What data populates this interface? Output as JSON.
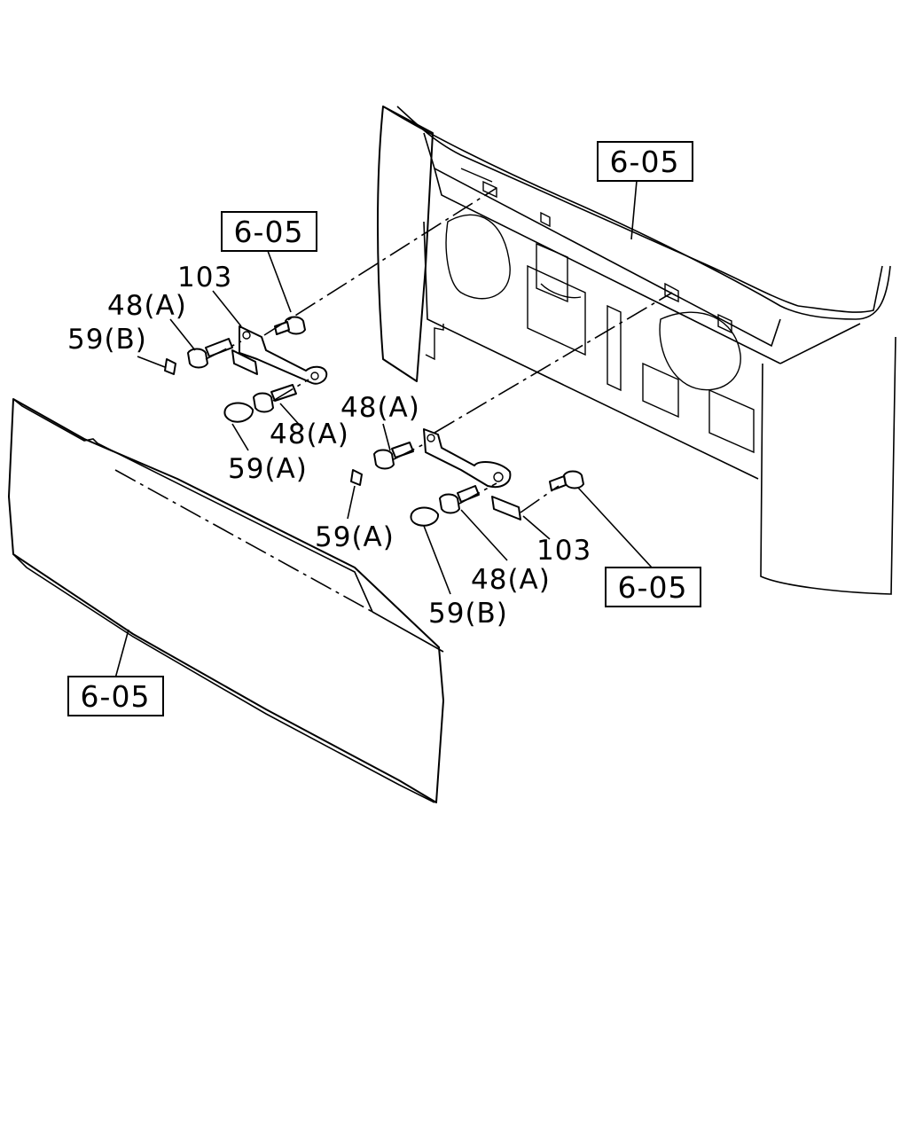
{
  "callouts": {
    "ref_top_right": "6-05",
    "ref_upper_left": "6-05",
    "ref_lower_right": "6-05",
    "ref_bottom_left": "6-05",
    "part_103_left": "103",
    "part_48a_left_top": "48(A)",
    "part_59b_left": "59(B)",
    "part_48a_left_bottom": "48(A)",
    "part_59a_left": "59(A)",
    "part_48a_right_top": "48(A)",
    "part_59a_right": "59(A)",
    "part_103_right": "103",
    "part_48a_right_bottom": "48(A)",
    "part_59b_right": "59(B)"
  }
}
